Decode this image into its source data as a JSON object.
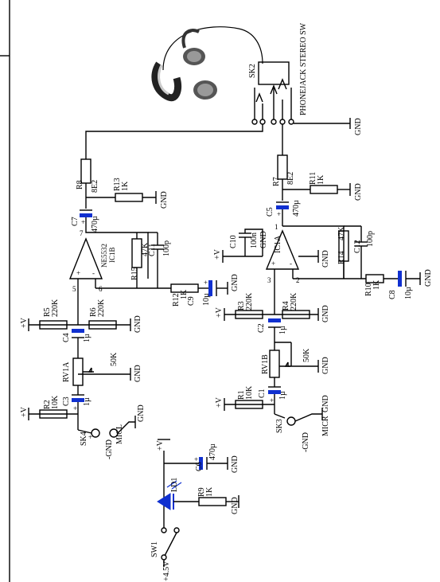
{
  "labels": {
    "sk2": "SK2",
    "phonejack": "PHONEJACK STEREO SW",
    "gnd": "GND",
    "vcc": "+V",
    "r8": "R8",
    "r8v": "8E2",
    "r7": "R7",
    "r7v": "8E2",
    "r13": "R13",
    "r13v": "1K",
    "r11": "R11",
    "r11v": "1K",
    "c7": "C7",
    "c7v": "470µ",
    "c5": "C5",
    "c5v": "470µ",
    "ne5532": "NE5532",
    "ic1b": "IC1B",
    "ic1a": "IC1A",
    "r15": "R15",
    "r15v": "47K",
    "r14": "R14",
    "r14v": "47K",
    "c11": "C11",
    "c11v": "100p",
    "c12": "C12",
    "c12v": "100p",
    "c10": "C10",
    "c10v": "100n",
    "r12": "R12",
    "r12v": "1K",
    "r10": "R10",
    "r10v": "1K",
    "c9": "C9",
    "c9v": "10µ",
    "c8": "C8",
    "c8v": "10µ",
    "r5": "R5",
    "r5v": "220K",
    "r6": "R6",
    "r6v": "220K",
    "r3": "R3",
    "r3v": "220K",
    "r4": "R4",
    "r4v": "220K",
    "c4": "C4",
    "c4v": "1µ",
    "c2": "C2",
    "c2v": "1µ",
    "rv1a": "RV1A",
    "rv1av": "50K",
    "rv1b": "RV1B",
    "rv1bv": "50K",
    "r2": "R2",
    "r2v": "10K",
    "r1": "R1",
    "r1v": "10K",
    "c3": "C3",
    "c3v": "1µ",
    "c1": "C1",
    "c1v": "1µ",
    "sk4": "SK4",
    "sk3": "SK3",
    "micl": "MICL",
    "micr": "MICR",
    "mgnd": "-GND",
    "c6": "C6",
    "c6v": "470µ",
    "ld1": "LD1",
    "r9": "R9",
    "r9v": "1K",
    "sw1": "SW1",
    "v45": "+4.5V",
    "pin5": "5",
    "pin6": "6",
    "pin7": "7",
    "pin1": "1",
    "pin2": "2",
    "pin3": "3",
    "plus": "+",
    "minus": "-"
  }
}
